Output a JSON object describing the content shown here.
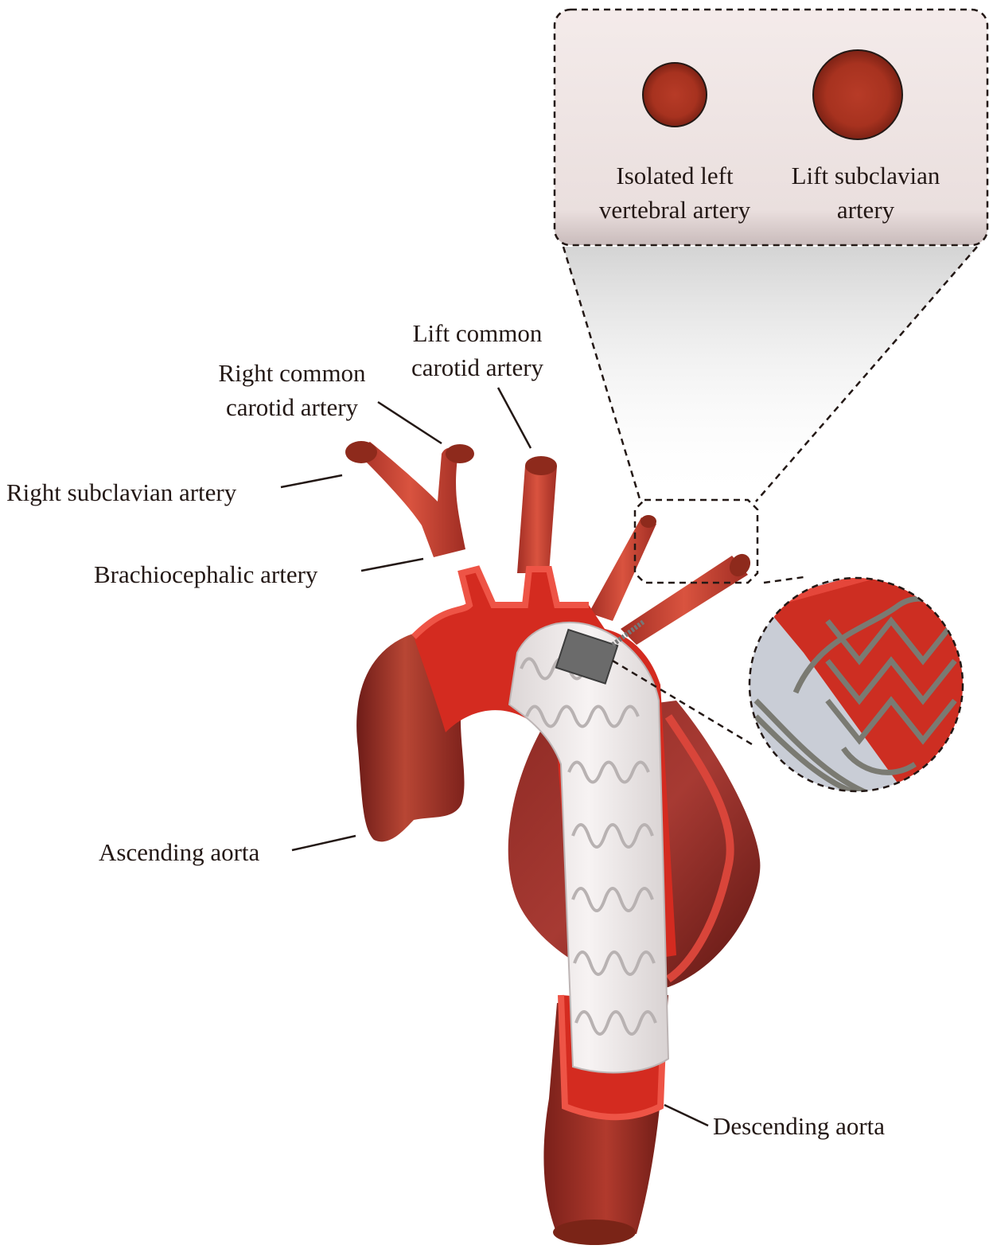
{
  "labels": {
    "right_common_carotid": [
      "Right common",
      "carotid artery"
    ],
    "lift_common_carotid": [
      "Lift common",
      "carotid artery"
    ],
    "right_subclavian": "Right subclavian artery",
    "brachiocephalic": "Brachiocephalic artery",
    "ascending_aorta": "Ascending aorta",
    "descending_aorta": "Descending aorta"
  },
  "inset": {
    "vertebral": [
      "Isolated left",
      "vertebral artery"
    ],
    "subclavian": [
      "Lift subclavian",
      "artery"
    ]
  },
  "colors": {
    "artery": "#c9382c",
    "artery_dark": "#8e2620",
    "lumen": "#d42b20",
    "stent_graft": "#efeaea",
    "inset_box": "#efe5e4",
    "stent_wire": "#7a7a72",
    "text": "#231815"
  }
}
